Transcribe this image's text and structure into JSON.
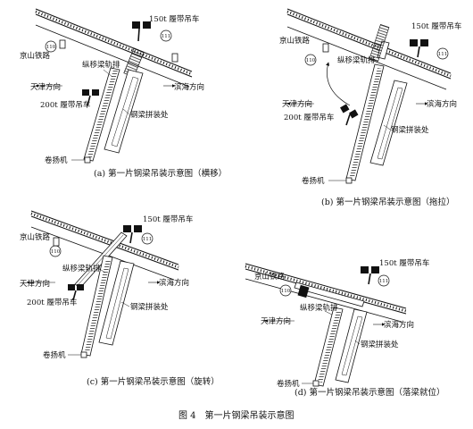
{
  "figure_caption": "图 4　第一片钢梁吊装示意图",
  "labels": {
    "railway": "京山铁路",
    "crane_150": "150t 履带吊车",
    "crane_200": "200t 履带吊车",
    "tianjin": "天津方向",
    "binhai": "滨海方向",
    "track": "纵移梁轨排",
    "assembly": "钢梁拼装处",
    "winch": "卷扬机"
  },
  "panels": [
    {
      "caption": "(a) 第一片钢梁吊装示意图（横移）",
      "pier_left": "110",
      "pier_right": "111"
    },
    {
      "caption": "(b) 第一片钢梁吊装示意图（拖拉）",
      "pier_left": "110",
      "pier_right": "111"
    },
    {
      "caption": "(c) 第一片钢梁吊装示意图（旋转）",
      "pier_left": "110",
      "pier_right": "111"
    },
    {
      "caption": "(d) 第一片钢梁吊装示意图（落梁就位）",
      "pier_left": "110",
      "pier_right": "111"
    }
  ],
  "colors": {
    "ink": "#111111",
    "background": "#ffffff"
  }
}
